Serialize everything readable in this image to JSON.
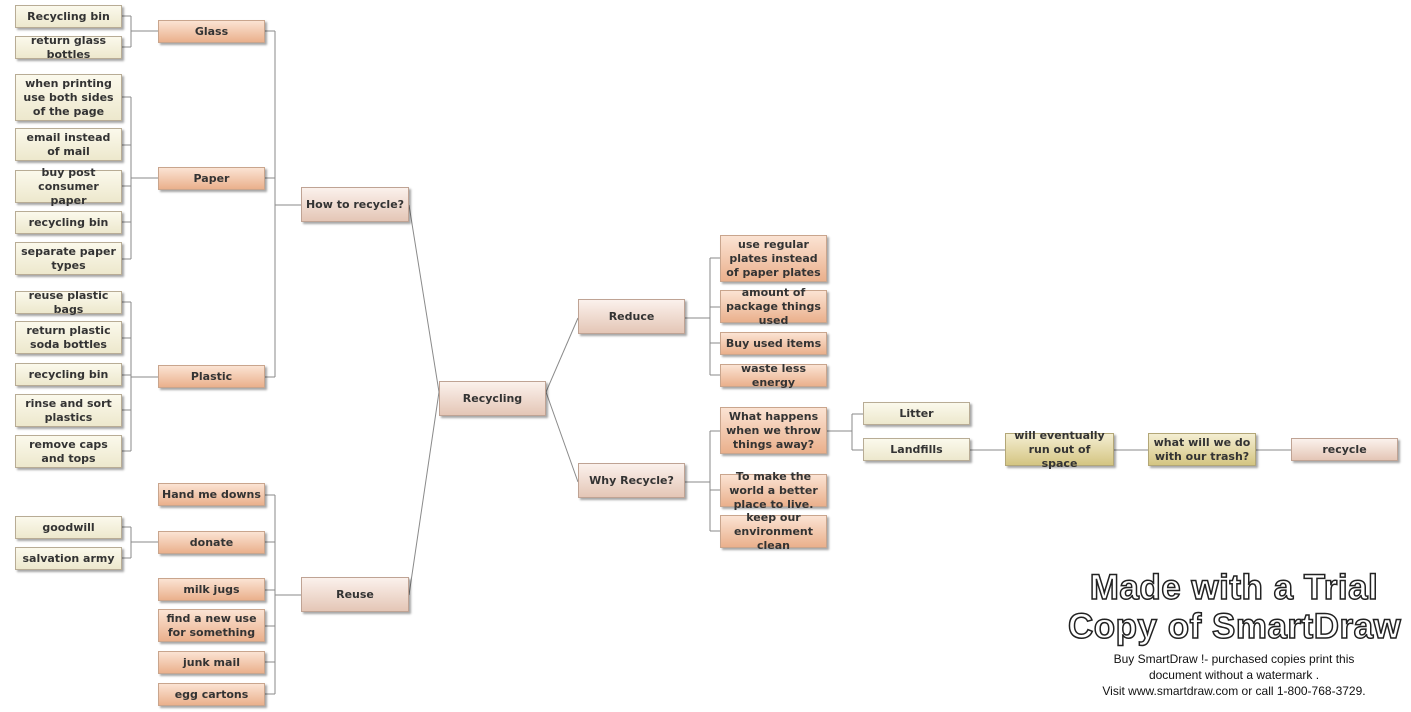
{
  "nodes": {
    "recycling": "Recycling",
    "how_to_recycle": "How to recycle?",
    "reuse": "Reuse",
    "reduce": "Reduce",
    "why_recycle": "Why Recycle?",
    "glass": "Glass",
    "paper": "Paper",
    "plastic": "Plastic",
    "glass_items": [
      "Recycling bin",
      "return glass bottles"
    ],
    "paper_items": [
      "when printing use both sides of the page",
      "email instead of mail",
      "buy post consumer paper",
      "recycling bin",
      "separate paper types"
    ],
    "plastic_items": [
      "reuse plastic bags",
      "return plastic soda bottles",
      "recycling bin",
      "rinse and sort plastics",
      "remove caps and tops"
    ],
    "reuse_items": [
      "Hand me downs",
      "donate",
      "milk jugs",
      "find a new use for something",
      "junk mail",
      "egg cartons"
    ],
    "donate_items": [
      "goodwill",
      "salvation army"
    ],
    "reduce_items": [
      "use regular plates instead of paper plates",
      "amount of package things used",
      "Buy used items",
      "waste less energy"
    ],
    "why_items": [
      "What happens when we throw things away?",
      "To make the world a better place to live.",
      "keep our environment clean"
    ],
    "trash_items": [
      "Litter",
      "Landfills"
    ],
    "landfill_chain": [
      "will eventually run out of space",
      "what will we do with our trash?",
      "recycle"
    ]
  },
  "watermark": {
    "line1": "Made with a Trial",
    "line2": "Copy of SmartDraw",
    "note1": "Buy SmartDraw !- purchased copies print this",
    "note2": "document without a watermark .",
    "note3": "Visit www.smartdraw.com or call 1-800-768-3729."
  }
}
